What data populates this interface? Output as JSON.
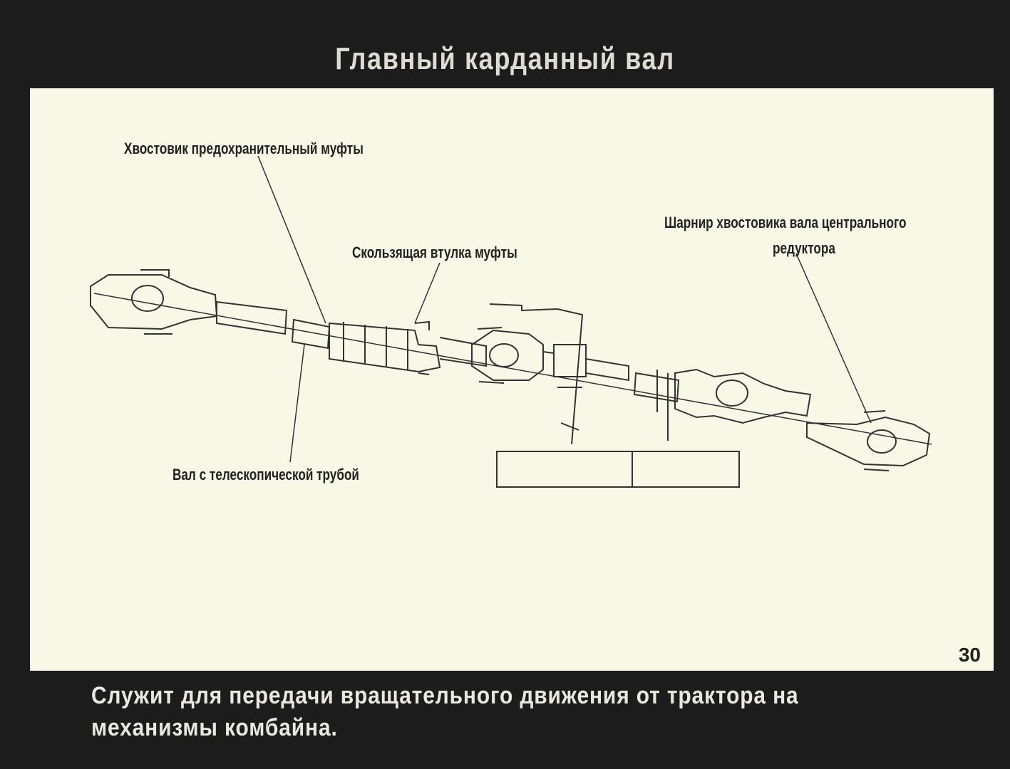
{
  "title": "Главный карданный вал",
  "labels": {
    "tail_safety_clutch": "Хвостовик предохранительный муфты",
    "sliding_sleeve": "Скользящая втулка муфты",
    "tail_hinge_line1": "Шарнир хвостовика вала центрального",
    "tail_hinge_line2": "редуктора",
    "telescopic_shaft": "Вал с телескопической трубой"
  },
  "slide_number": "30",
  "caption_line1": "Служит для передачи  вращательного  движения  от  трактора  на",
  "caption_line2": "механизмы  комбайна."
}
